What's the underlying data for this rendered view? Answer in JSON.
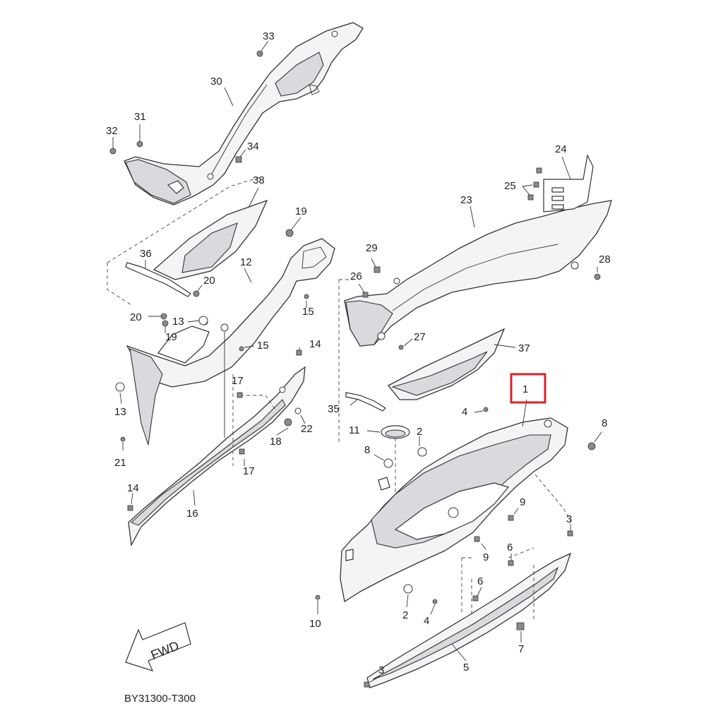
{
  "diagram": {
    "code": "BY31300-T300",
    "fwd_label": "FWD",
    "highlight_color": "#d8232a",
    "callouts": [
      {
        "id": "1",
        "text": "1"
      },
      {
        "id": "2a",
        "text": "2"
      },
      {
        "id": "2b",
        "text": "2"
      },
      {
        "id": "3a",
        "text": "3"
      },
      {
        "id": "3b",
        "text": "3"
      },
      {
        "id": "4a",
        "text": "4"
      },
      {
        "id": "4b",
        "text": "4"
      },
      {
        "id": "5",
        "text": "5"
      },
      {
        "id": "6a",
        "text": "6"
      },
      {
        "id": "6b",
        "text": "6"
      },
      {
        "id": "7",
        "text": "7"
      },
      {
        "id": "8a",
        "text": "8"
      },
      {
        "id": "8b",
        "text": "8"
      },
      {
        "id": "9a",
        "text": "9"
      },
      {
        "id": "9b",
        "text": "9"
      },
      {
        "id": "10",
        "text": "10"
      },
      {
        "id": "11",
        "text": "11"
      },
      {
        "id": "12",
        "text": "12"
      },
      {
        "id": "13a",
        "text": "13"
      },
      {
        "id": "13b",
        "text": "13"
      },
      {
        "id": "14a",
        "text": "14"
      },
      {
        "id": "14b",
        "text": "14"
      },
      {
        "id": "15a",
        "text": "15"
      },
      {
        "id": "15b",
        "text": "15"
      },
      {
        "id": "16",
        "text": "16"
      },
      {
        "id": "17a",
        "text": "17"
      },
      {
        "id": "17b",
        "text": "17"
      },
      {
        "id": "18",
        "text": "18"
      },
      {
        "id": "19a",
        "text": "19"
      },
      {
        "id": "19b",
        "text": "19"
      },
      {
        "id": "20a",
        "text": "20"
      },
      {
        "id": "20b",
        "text": "20"
      },
      {
        "id": "21",
        "text": "21"
      },
      {
        "id": "22",
        "text": "22"
      },
      {
        "id": "23",
        "text": "23"
      },
      {
        "id": "24",
        "text": "24"
      },
      {
        "id": "25",
        "text": "25"
      },
      {
        "id": "26",
        "text": "26"
      },
      {
        "id": "27",
        "text": "27"
      },
      {
        "id": "28",
        "text": "28"
      },
      {
        "id": "29",
        "text": "29"
      },
      {
        "id": "30",
        "text": "30"
      },
      {
        "id": "31",
        "text": "31"
      },
      {
        "id": "32",
        "text": "32"
      },
      {
        "id": "33",
        "text": "33"
      },
      {
        "id": "34",
        "text": "34"
      },
      {
        "id": "35",
        "text": "35"
      },
      {
        "id": "36",
        "text": "36"
      },
      {
        "id": "37",
        "text": "37"
      },
      {
        "id": "38",
        "text": "38"
      }
    ]
  }
}
